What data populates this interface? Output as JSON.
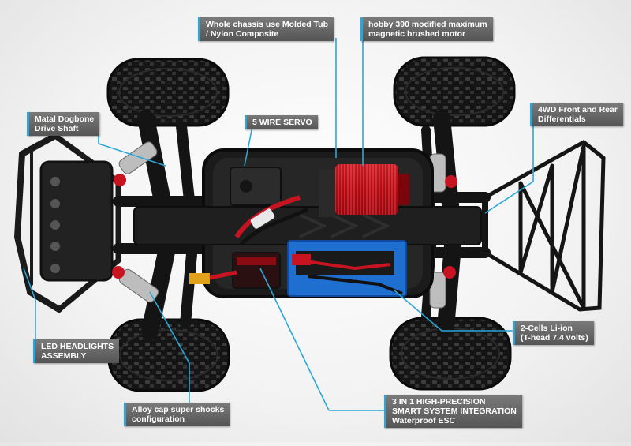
{
  "colors": {
    "leader_line": "#2aa7d8",
    "label_bg": "#666666",
    "motor_red": "#c8141c",
    "battery_blue": "#1f6fd1",
    "chassis_black": "#161616"
  },
  "callouts": {
    "chassis": "Whole chassis use Molded Tub\n/ Nylon Composite",
    "motor": "hobby 390 modified maximum\nmagnetic brushed motor",
    "dogbone": "Matal Dogbone\nDrive Shaft",
    "servo": "5 WIRE SERVO",
    "differentials": "4WD Front and Rear\nDifferentials",
    "headlights": "LED HEADLIGHTS\nASSEMBLY",
    "battery": "2-Cells  Li-ion\n(T-head 7.4 volts)",
    "shocks": "Alloy cap super shocks\nconfiguration",
    "esc": "3 IN 1 HIGH-PRECISION\nSMART SYSTEM INTEGRATION\nWaterproof ESC"
  },
  "icons": [
    "rc-truck-chassis-image"
  ]
}
